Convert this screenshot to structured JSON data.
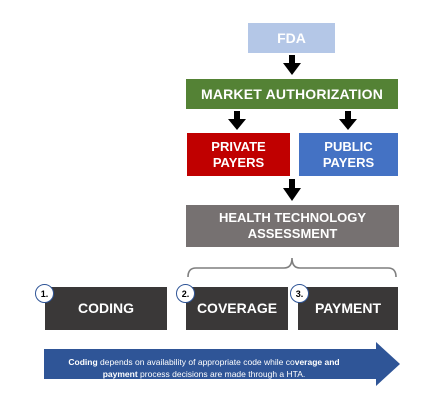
{
  "nodes": {
    "fda": "FDA",
    "market_authorization": "MARKET AUTHORIZATION",
    "private_payers": "PRIVATE\nPAYERS",
    "public_payers": "PUBLIC\nPAYERS",
    "hta": "HEALTH TECHNOLOGY\nASSESSMENT"
  },
  "steps": [
    {
      "number": "1.",
      "label": "CODING"
    },
    {
      "number": "2.",
      "label": "COVERAGE"
    },
    {
      "number": "3.",
      "label": "PAYMENT"
    }
  ],
  "banner": {
    "seg1": "Coding",
    "seg2": " depends on availability of appropriate code while co",
    "seg3": "verage and",
    "seg4": "payment",
    "seg5": " process decisions are made through a HTA."
  },
  "colors": {
    "fda": "#b4c7e7",
    "market": "#548235",
    "private": "#c00000",
    "public": "#4472c4",
    "hta": "#767171",
    "steps": "#3a3838",
    "banner": "#2f5597"
  }
}
